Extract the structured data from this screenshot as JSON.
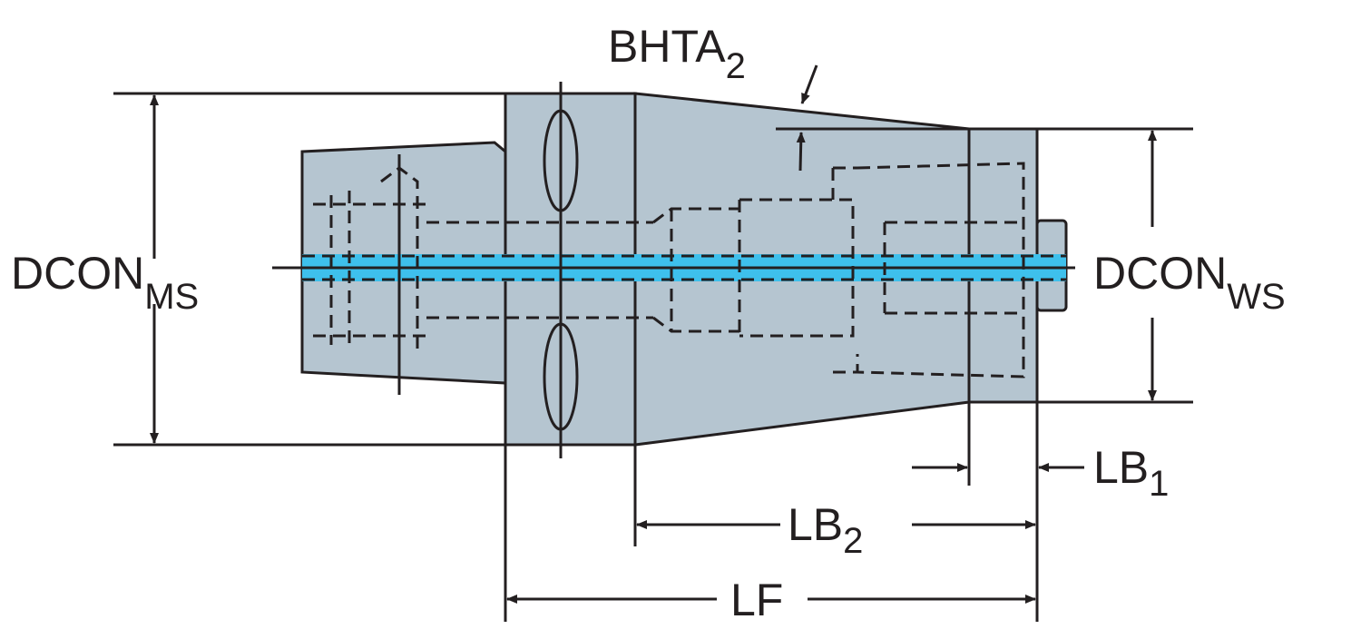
{
  "labels": {
    "dcon_ms": {
      "main": "DCON",
      "sub": "MS"
    },
    "dcon_ws": {
      "main": "DCON",
      "sub": "WS"
    },
    "bhta": {
      "main": "BHTA",
      "sub": "2"
    },
    "lb1": {
      "main": "LB",
      "sub": "1"
    },
    "lb2": {
      "main": "LB",
      "sub": "2"
    },
    "lf": {
      "main": "LF"
    }
  },
  "colors": {
    "body": "#b5c5d0",
    "coolant": "#3ec0ec",
    "line": "#231f20"
  }
}
